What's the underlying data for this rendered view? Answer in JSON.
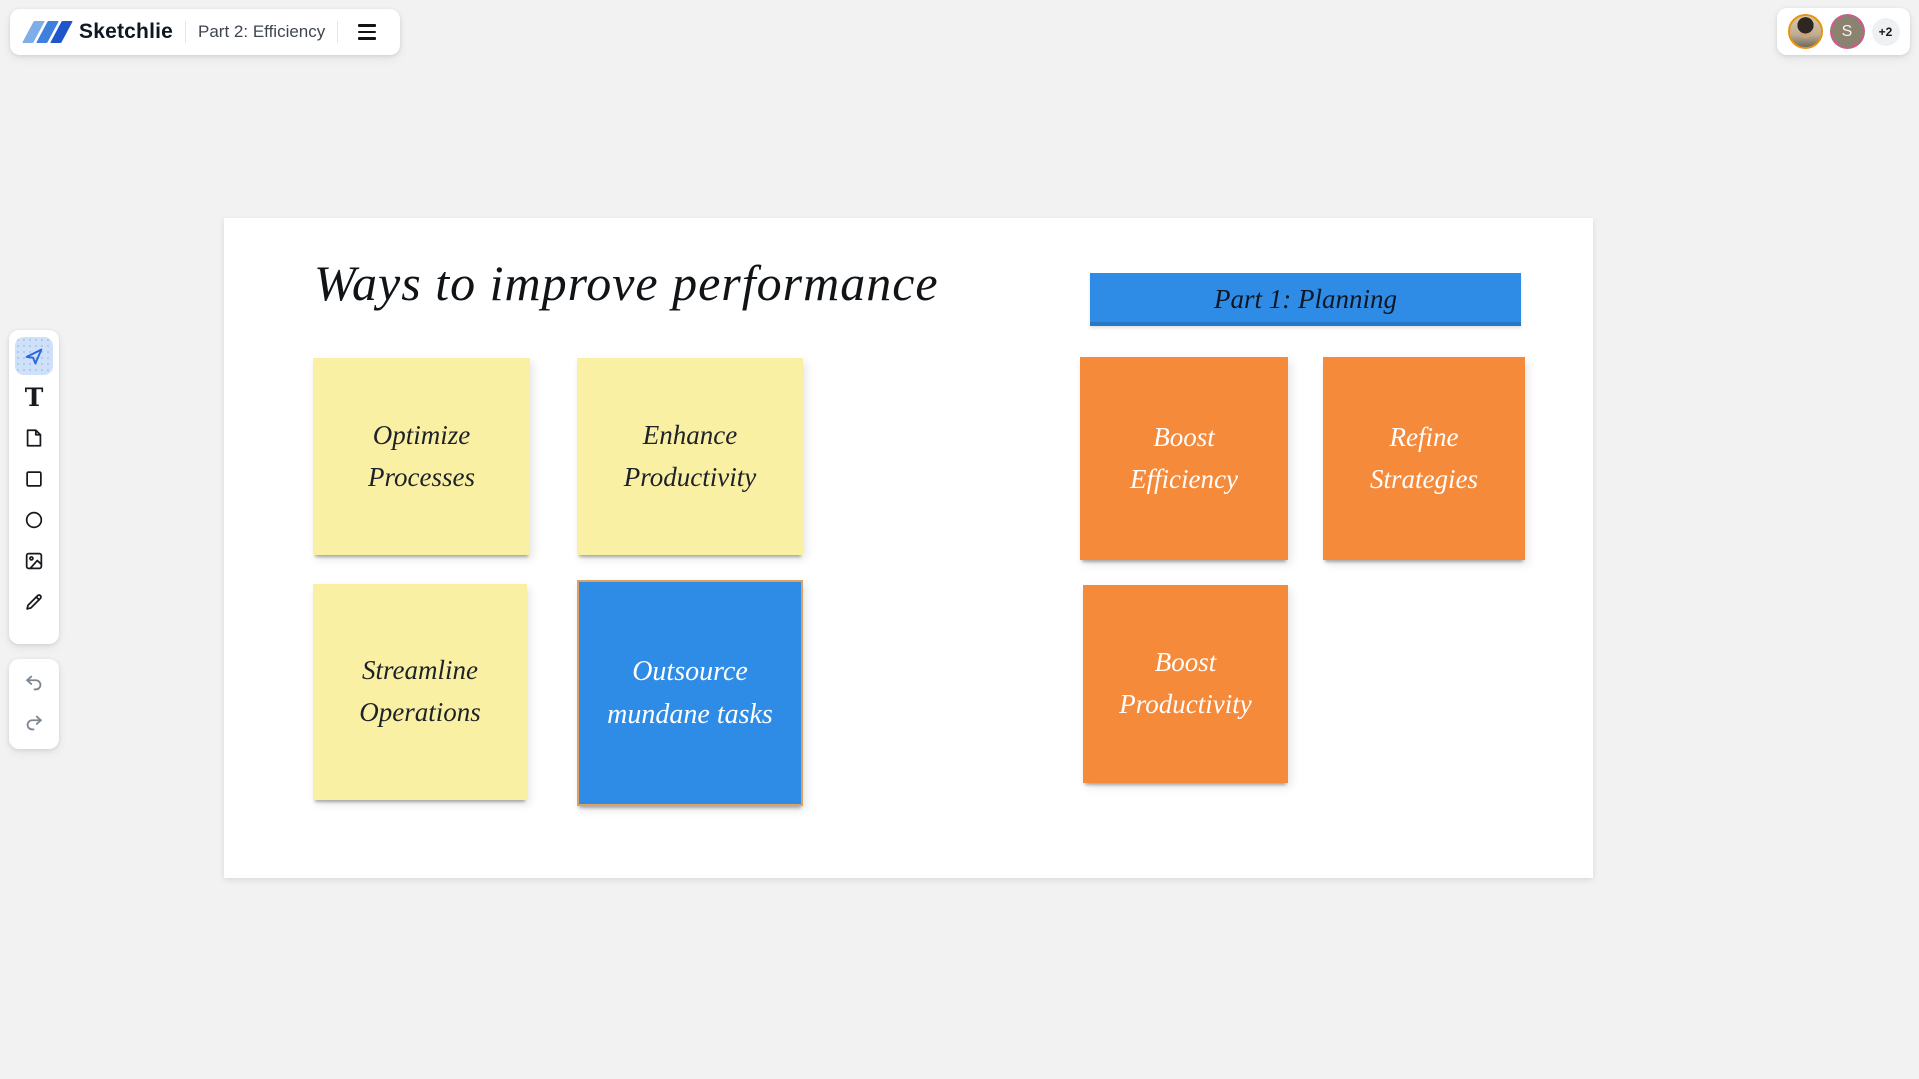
{
  "header": {
    "app_name": "Sketchlie",
    "board_title": "Part 2: Efficiency"
  },
  "presence": {
    "avatars": [
      {
        "kind": "photo",
        "ring_color": "#E8930C"
      },
      {
        "kind": "initial",
        "initial": "S",
        "ring_color": "#EC4899",
        "fill_color": "#8B8270"
      }
    ],
    "overflow_count": "+2"
  },
  "toolbar": {
    "text_tool_glyph": "T",
    "tools": [
      {
        "id": "select",
        "icon": "cursor-icon",
        "active": true
      },
      {
        "id": "text",
        "icon": "text-icon",
        "active": false
      },
      {
        "id": "note",
        "icon": "note-icon",
        "active": false
      },
      {
        "id": "rectangle",
        "icon": "rectangle-icon",
        "active": false
      },
      {
        "id": "ellipse",
        "icon": "ellipse-icon",
        "active": false
      },
      {
        "id": "image",
        "icon": "image-icon",
        "active": false
      },
      {
        "id": "pen",
        "icon": "pencil-icon",
        "active": false
      }
    ],
    "history": [
      {
        "id": "undo",
        "icon": "undo-icon"
      },
      {
        "id": "redo",
        "icon": "redo-icon"
      }
    ]
  },
  "canvas": {
    "title": "Ways to improve performance",
    "banner": {
      "label": "Part 1: Planning",
      "color": "#2E8CE6"
    },
    "notes": [
      {
        "text": "Optimize Processes",
        "color": "#FAF0A3",
        "text_color": "#1D2129",
        "selected": false
      },
      {
        "text": "Enhance Productivity",
        "color": "#FAF0A3",
        "text_color": "#1D2129",
        "selected": false
      },
      {
        "text": "Boost Efficiency",
        "color": "#F68A3B",
        "text_color": "#FFFFFF",
        "selected": false
      },
      {
        "text": "Refine Strategies",
        "color": "#F68A3B",
        "text_color": "#FFFFFF",
        "selected": false
      },
      {
        "text": "Streamline Operations",
        "color": "#FAF0A3",
        "text_color": "#1D2129",
        "selected": false
      },
      {
        "text": "Outsource mundane tasks",
        "color": "#2E8CE6",
        "text_color": "#FFFFFF",
        "selected": true,
        "border_color": "#DCA263"
      },
      {
        "text": "Boost Productivity",
        "color": "#F68A3B",
        "text_color": "#FFFFFF",
        "selected": false
      }
    ]
  }
}
